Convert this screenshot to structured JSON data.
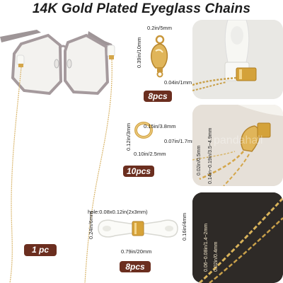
{
  "title": "14K Gold Plated Eyeglass Chains",
  "colors": {
    "gold": "#d4a64a",
    "gold_dark": "#b5852d",
    "badge": "#6b2e1f",
    "frame": "#a59a9d",
    "silicone": "#f6f6f2",
    "photo_bg": "#e7e1da"
  },
  "badges": {
    "clasp": "8pcs",
    "jump_ring": "10pcs",
    "loop": "8pcs",
    "chain": "1 pc"
  },
  "clasp": {
    "width": "0.2in/5mm",
    "height": "0.39in/10mm",
    "thickness": "0.04in/1mm"
  },
  "jump_ring": {
    "outer": "0.15in/3.8mm",
    "inner": "0.10in/2.5mm",
    "height": "0.12in/3mm",
    "thickness": "0.07in/1.7mm"
  },
  "loop": {
    "hole": "hole:0.08x0.12in(2x3mm)",
    "width": "0.79in/20mm",
    "height": "0.24in/6mm",
    "end_height": "0.16in/4mm"
  },
  "chain2": {
    "thickness": "0.02in/0.5mm",
    "link": "0.14in~0.19in/3.5~4.9mm"
  },
  "chain3": {
    "link": "0.06~0.08in/1.4~2mm",
    "thickness": "0.02in/0.4mm"
  },
  "watermark": "pandahall"
}
